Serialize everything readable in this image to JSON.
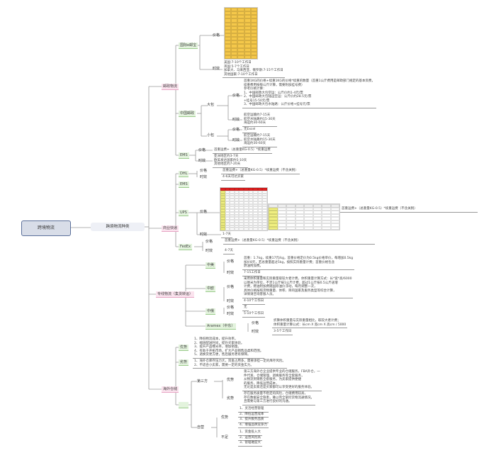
{
  "root": "跨境物流",
  "category": "跨境物流种类",
  "branches": {
    "postal": {
      "label": "邮政物流",
      "eub": {
        "label": "国际e邮宝",
        "price": "价格",
        "time": "时效",
        "time_text": "美国:7-10个工作日\n英国:5-7个工作日\n加拿大、马来西亚、俄罗斯:7-15个工作日\n其他国家:7-10个工作日"
      },
      "china_post": {
        "label": "中国邮政",
        "big": {
          "label": "大包",
          "price": "价格",
          "price_text": "首重1KG的价格+续重1KG的价格*续重的数量（首重1公斤费用是邮政部门规定的基本资费，\n续重费用按每公斤计算，需要附加挂号费）\n参考价格计算：\n1、中国邮政大包空运：公斤价约1-4元/票\n2、中国邮政大包陆运空运：公斤价约28.5元/票\n+挂号15-50元/票\n3、中国邮政大包水陆路：公斤价格+挂号元/票",
          "time": "时效",
          "time_text": "航空运输约7-15天\n航空水陆路约15-30天\n海运约30-60天"
        },
        "small": {
          "label": "小包",
          "price": "价格",
          "price_text": "无Excel",
          "time": "时效",
          "time_text": "航空运输约7-15天\n航空水陆路约15-30天\n海运约30-60天"
        }
      },
      "ems": {
        "label": "EMS",
        "price": "价格",
        "price_text": "首重运费+（总重量KG-0.5）*续重运费",
        "time": "时效",
        "time_text": "亚洲地区约3-7天\n欧美发达国家约5-10天\n其他地区约7-20天"
      }
    },
    "express": {
      "label": "商业快递",
      "dhl": {
        "label": "DHL",
        "price": "价格",
        "price_text": "首重运费+（总重量KG-0.5）*续重运费（不含关税）",
        "time": "时效",
        "time_text": "4-6天可达买家"
      },
      "ems": {
        "label": "EMS"
      },
      "ups": {
        "label": "UPS",
        "price": "价格",
        "price_text": "首重运费+（总重量KG-0.5）*续重运费（不含关税）",
        "time": "时效",
        "time_text": "1-7天"
      },
      "fedex": {
        "label": "FedEx",
        "price": "价格",
        "price_text": "首重运费+（总重量KG-0.5）*续重运费（不含关税）",
        "time": "时效",
        "time_text": "4-7天"
      }
    },
    "line": {
      "label": "专线物流（集货转运）",
      "us": {
        "label": "中美",
        "price": "价格",
        "price_text": "首重：1.7kg，续重17元/kg，首重价格定价为0.5kg价格单价，每增加0.5kg\n加价8元，若总重量超过5kg，按照实际重量计费；首重价格包含\n燃油附加费。",
        "time": "时效",
        "time_text": "7-15工作日"
      },
      "eu": {
        "label": "中欧",
        "price": "价格",
        "price_text": "采用体积重量和实际重量取较大者计费，体积重量计算方式：长*宽*高/6000\n以厘米为单位，不足1公斤按1公斤计费，超过1公斤按0.5公斤递增\n计费，燃油附加费随国际油价浮动，每月调整一次，\n具体价格按照货物重量、体积、目的国家及服务类型等综合计算，\n详情请咨询客服人员。",
        "time": "时效",
        "time_text": "4-10个工作日"
      },
      "ru": {
        "label": "中俄",
        "price": "价格",
        "price_text": "无",
        "time": "时效",
        "time_text": "5-10个工作日"
      },
      "aramex": {
        "label": "Aramex（中东）",
        "price": "价格",
        "price_text": "折算体积重量与实际重量相比，取较大者计费；\n体积重量计算公式：长cm X 宽cm X 高cm / 5000",
        "time": "时效",
        "time_text": "3-5个工作日"
      }
    },
    "warehouse": {
      "label": "海外仓储",
      "adv": {
        "label": "优势",
        "text": "1、降低物流成本，提升效率。\n2、缩短配送时间，提升买家体验。\n3、提升产品曝光率，增加销量。\n4、有助于开拓市场，扩大产品销售品类和范围。\n5、退换货更方便，售后服务更有保障。"
      },
      "dis": {
        "label": "劣势",
        "text": "1、海外仓库存压力大，资金占用多，需要承担一定的库存风险。\n2、不适合小卖家，需要一定的资金实力。"
      },
      "third": {
        "label": "第三方",
        "adv": {
          "label": "优势",
          "text": "第三方海外仓企业提供专业的仓储服务，FBA外仓，一\n件代发、仓储管理、退换服务等全套服务，\n从物流到销售全套服务，为卖家提供便捷\n的服务，降低运营成本，\n无论是卖家还是买家都可以享受更好的服务体验。"
        },
        "dis": {
          "label": "劣势",
          "text": "存在服务质量不稳定的风险，仓储费用较高，\n存在数据安全隐患，难以完全掌控货物流通情况，\n且需要与第三方进行良好的沟通。"
        }
      },
      "self": {
        "label": "自营",
        "adv": {
          "label": "优势",
          "items": [
            "1、灵活经营管理",
            "2、降低运营成本",
            "3、提升服务品质",
            "4、增强品牌竞争力"
          ]
        },
        "dis": {
          "label": "不足",
          "items": [
            "1、资金投入大",
            "2、运营风险高",
            "3、管理难度大"
          ]
        }
      }
    }
  },
  "colors": {
    "root_fill": "#d8dde8",
    "root_border": "#5b6f9a",
    "level1": "#fbe3ee",
    "level2": "#e3f3dd",
    "table_yellow": "#f5c84a",
    "table_red": "#e02020",
    "line": "#9a9a9a"
  }
}
